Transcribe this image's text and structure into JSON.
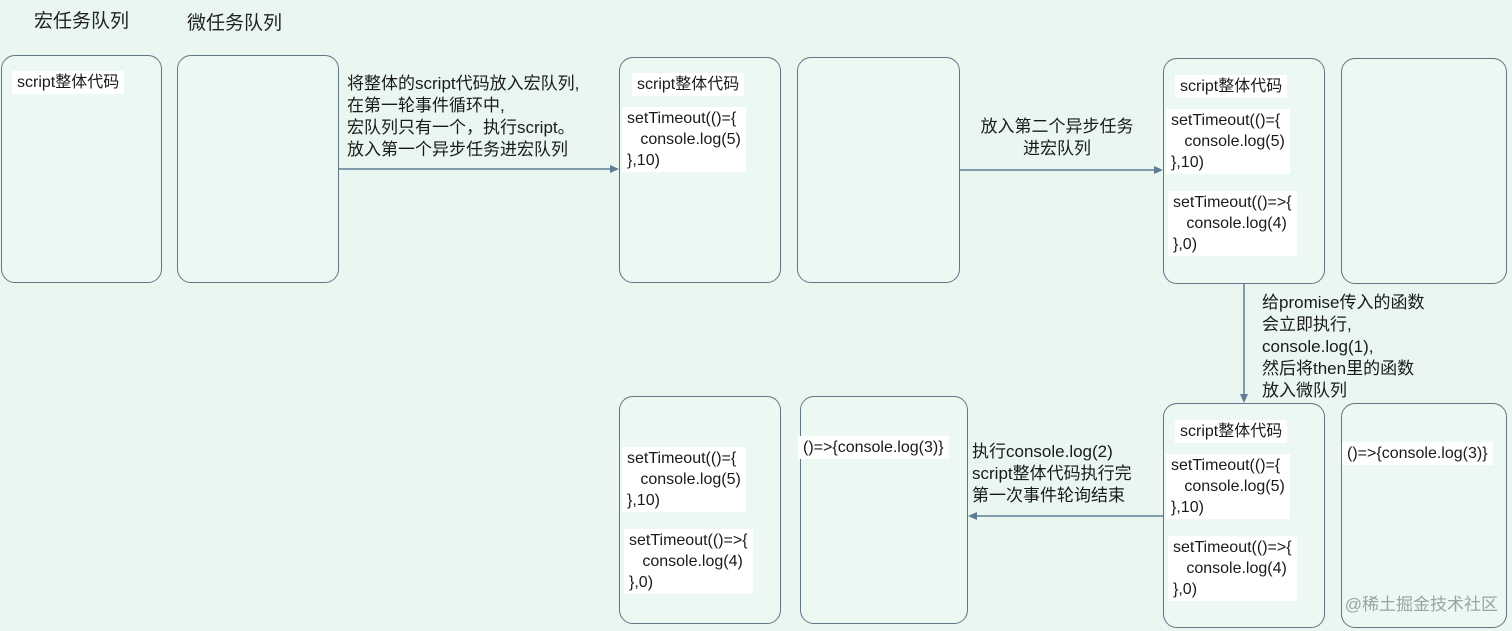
{
  "headers": {
    "macro": "宏任务队列",
    "micro": "微任务队列"
  },
  "labels": {
    "script": "script整体代码",
    "timeout5": "setTimeout(()={\n   console.log(5)\n},10)",
    "timeout4": "setTimeout(()=>{\n   console.log(4)\n},0)",
    "then3": "()=>{console.log(3)}"
  },
  "notes": {
    "step1": "将整体的script代码放入宏队列,\n在第一轮事件循环中,\n宏队列只有一个，执行script。\n放入第一个异步任务进宏队列",
    "step2": "放入第二个异步任务\n进宏队列",
    "step3": "给promise传入的函数\n会立即执行,\nconsole.log(1),\n然后将then里的函数\n放入微队列",
    "step4": "执行console.log(2)\nscript整体代码执行完\n第一次事件轮询结束"
  },
  "watermark": "@稀土掘金技术社区",
  "colors": {
    "background": "#e9f7f0",
    "box_border": "#5f7687",
    "arrow": "#5f7c95"
  }
}
